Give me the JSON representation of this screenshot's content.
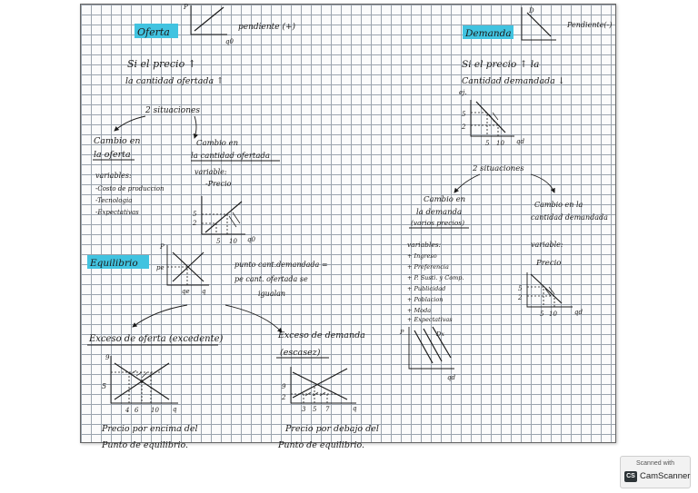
{
  "oferta": {
    "title": "Oferta",
    "slope_label": "pendiente (+)",
    "graph_labels": {
      "p": "P",
      "q": "q0"
    },
    "statement_line1": "Si el precio ↑",
    "statement_line2": "la cantidad ofertada ↑",
    "situations": "2 situaciones",
    "cambio_oferta": {
      "line1": "Cambio en",
      "line2": "la oferta",
      "variables_title": "variables:",
      "items": [
        "-Costo de produccion",
        "-Tecnologia",
        "-Expectativas"
      ]
    },
    "cambio_cantidad": {
      "line1": "Cambio en",
      "line2": "la cantidad ofertada",
      "variable_title": "variable:",
      "variable_item": "-Precio",
      "graph_y": [
        "5",
        "2"
      ],
      "graph_x": [
        "5",
        "10",
        "q0"
      ]
    }
  },
  "equilibrio": {
    "title": "Equilibrio",
    "text_line1": "punto cant.demandada =",
    "text_line2": "pe  cant. ofertada se",
    "text_line3": "igualan",
    "graph_labels": {
      "p": "P",
      "pe": "pe",
      "qe": "qe",
      "q": "q"
    }
  },
  "exceso_oferta": {
    "title": "Exceso de oferta (excedente)",
    "y_values": [
      "9",
      "5"
    ],
    "x_values": [
      "4",
      "6",
      "10",
      "q"
    ],
    "caption1": "Precio por encima del",
    "caption2": "Punto de equilibrio."
  },
  "exceso_demanda": {
    "title_line1": "Exceso de demanda",
    "title_line2": "(escasez)",
    "y_values": [
      "9",
      "2"
    ],
    "x_values": [
      "3",
      "5",
      "7",
      "q"
    ],
    "caption1": "Precio por debajo del",
    "caption2": "Punto de equilibrio."
  },
  "demanda": {
    "title": "Demanda",
    "slope_label": "Pendiente(-)",
    "graph_label": "D",
    "statement_line1": "Si el precio ↑ la",
    "statement_line2": "Cantidad demandada ↓",
    "example_label": "ej.",
    "graph_y": [
      "5",
      "2"
    ],
    "graph_x": [
      "5",
      "10",
      "qd"
    ],
    "situations": "2 situaciones",
    "cambio_demanda": {
      "line1": "Cambio en",
      "line2": "la demanda",
      "line3": "(varios precios)",
      "variables_title": "variables:",
      "items": [
        "+ Ingreso",
        "+ Preferencia",
        "+ P. Susti. y Comp.",
        "+ Publicidad",
        "+ Poblacion",
        "+ Moda",
        "+ Expectativas"
      ],
      "graph_labels": {
        "p": "P",
        "d": "Dx",
        "q": "qd"
      }
    },
    "cambio_cantidad": {
      "line1": "Cambio en la",
      "line2": "cantidad demandada",
      "variable_title": "variable:",
      "variable_item": "Precio",
      "graph_y": [
        "5",
        "2"
      ],
      "graph_x": [
        "5",
        "10",
        "qd"
      ]
    }
  },
  "scanner": {
    "top": "Scanned with",
    "logo": "CS",
    "name": "CamScanner"
  },
  "colors": {
    "highlight": "#41c3e0",
    "ink": "#1a1a1a",
    "grid": "#9aa3ad"
  }
}
